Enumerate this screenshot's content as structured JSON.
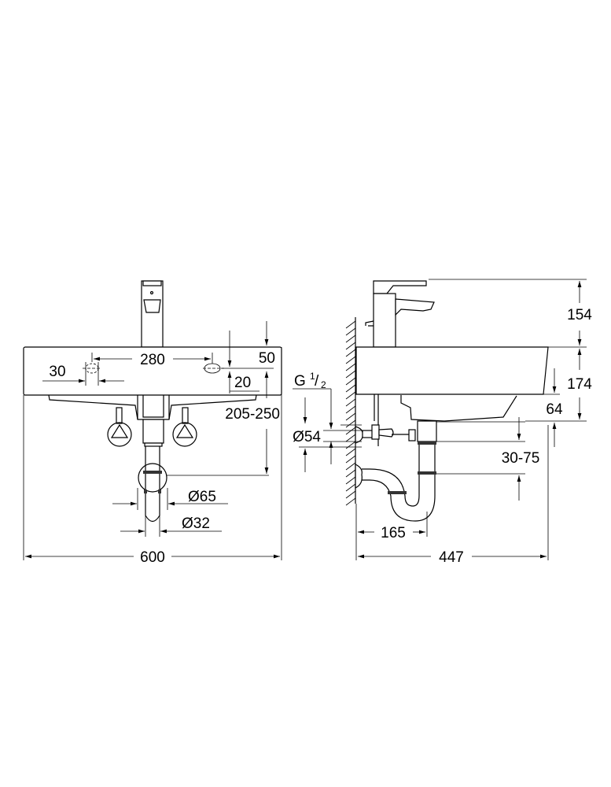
{
  "front_view": {
    "dimensions": {
      "width_overall": "600",
      "tap_hole_spacing": "280",
      "tap_hole_diameter": "30",
      "basin_to_tap_hole": "50",
      "tap_hole_offset": "20",
      "waste_height": "205-250",
      "trap_diameter": "Ø65",
      "waste_pipe_diameter": "Ø32"
    }
  },
  "side_view": {
    "dimensions": {
      "tap_height": "154",
      "basin_height": "174",
      "bowl_depth": "64",
      "depth_overall": "447",
      "trap_projection": "165",
      "trap_adjustment": "30-75",
      "rosette_diameter": "Ø54",
      "connection_thread_prefix": "G ",
      "connection_thread_num": "1",
      "connection_thread_den": "2"
    }
  },
  "colors": {
    "line": "#000000",
    "background": "#ffffff"
  }
}
